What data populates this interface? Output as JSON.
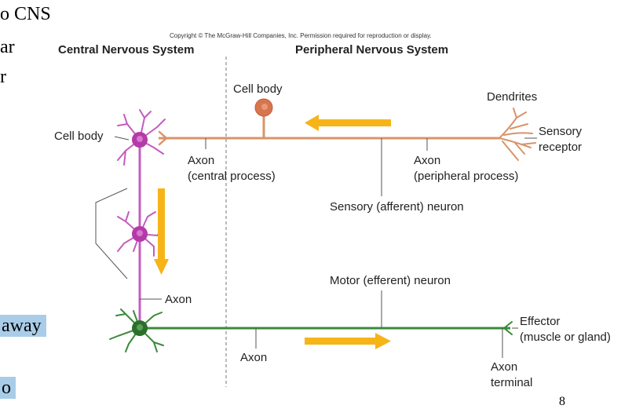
{
  "slide": {
    "fragments": [
      "o CNS",
      "ar",
      "r",
      "away",
      "o"
    ],
    "page_number": "8"
  },
  "copyright": "Copyright © The McGraw-Hill Companies, Inc. Permission required for reproduction or display.",
  "headers": {
    "central": "Central Nervous System",
    "peripheral": "Peripheral Nervous System"
  },
  "labels": {
    "cell_body_top": "Cell body",
    "cell_body_left": "Cell body",
    "dendrites": "Dendrites",
    "sensory_receptor": [
      "Sensory",
      "receptor"
    ],
    "axon_central": [
      "Axon",
      "(central process)"
    ],
    "axon_peripheral": [
      "Axon",
      "(peripheral process)"
    ],
    "sensory_neuron": "Sensory (afferent) neuron",
    "motor_neuron": "Motor (efferent) neuron",
    "axon_interneuron": "Axon",
    "axon_motor": "Axon",
    "effector": [
      "Effector",
      "(muscle or gland)"
    ],
    "axon_terminal": [
      "Axon",
      "terminal"
    ]
  },
  "colors": {
    "sensory": "#d8946a",
    "interneuron": "#c45cc0",
    "motor": "#3a8a3a",
    "arrow": "#f6b418",
    "divider": "#777777"
  }
}
